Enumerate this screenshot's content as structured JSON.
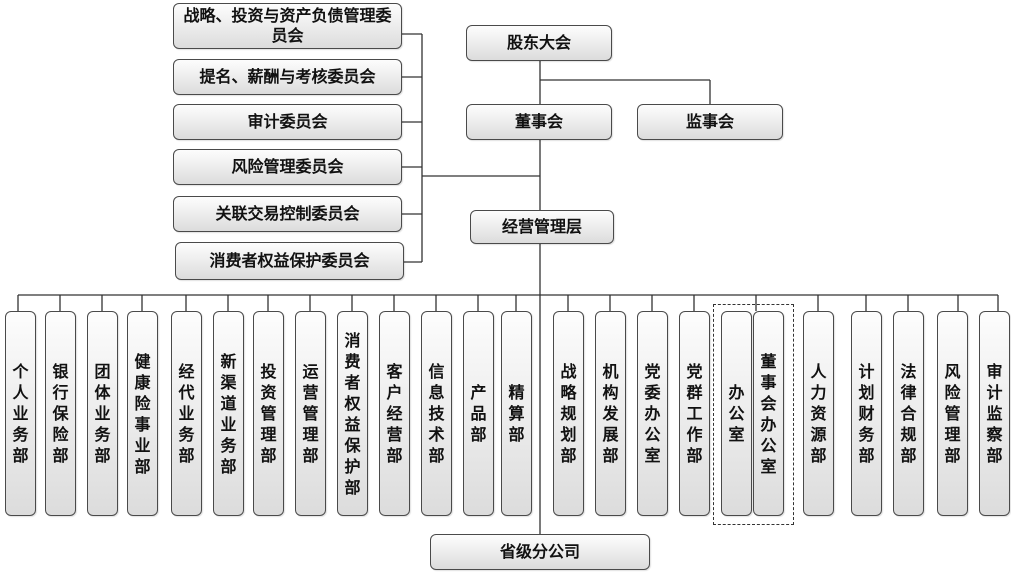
{
  "top": {
    "shareholders": "股东大会",
    "board": "董事会",
    "supervisors": "监事会",
    "management": "经营管理层",
    "provincial": "省级分公司"
  },
  "committees": [
    "战略、投资与资产负债管理委员会",
    "提名、薪酬与考核委员会",
    "审计委员会",
    "风险管理委员会",
    "关联交易控制委员会",
    "消费者权益保护委员会"
  ],
  "departments": [
    "个人业务部",
    "银行保险部",
    "团体业务部",
    "健康险事业部",
    "经代业务部",
    "新渠道业务部",
    "投资管理部",
    "运营管理部",
    "消费者权益保护部",
    "客户经营部",
    "信息技术部",
    "产品部",
    "精算部",
    "战略规划部",
    "机构发展部",
    "党委办公室",
    "党群工作部",
    "办公室",
    "董事会办公室",
    "人力资源部",
    "计划财务部",
    "法律合规部",
    "风险管理部",
    "审计监察部"
  ],
  "colors": {
    "line": "#333333",
    "border": "#4a4a4a"
  }
}
